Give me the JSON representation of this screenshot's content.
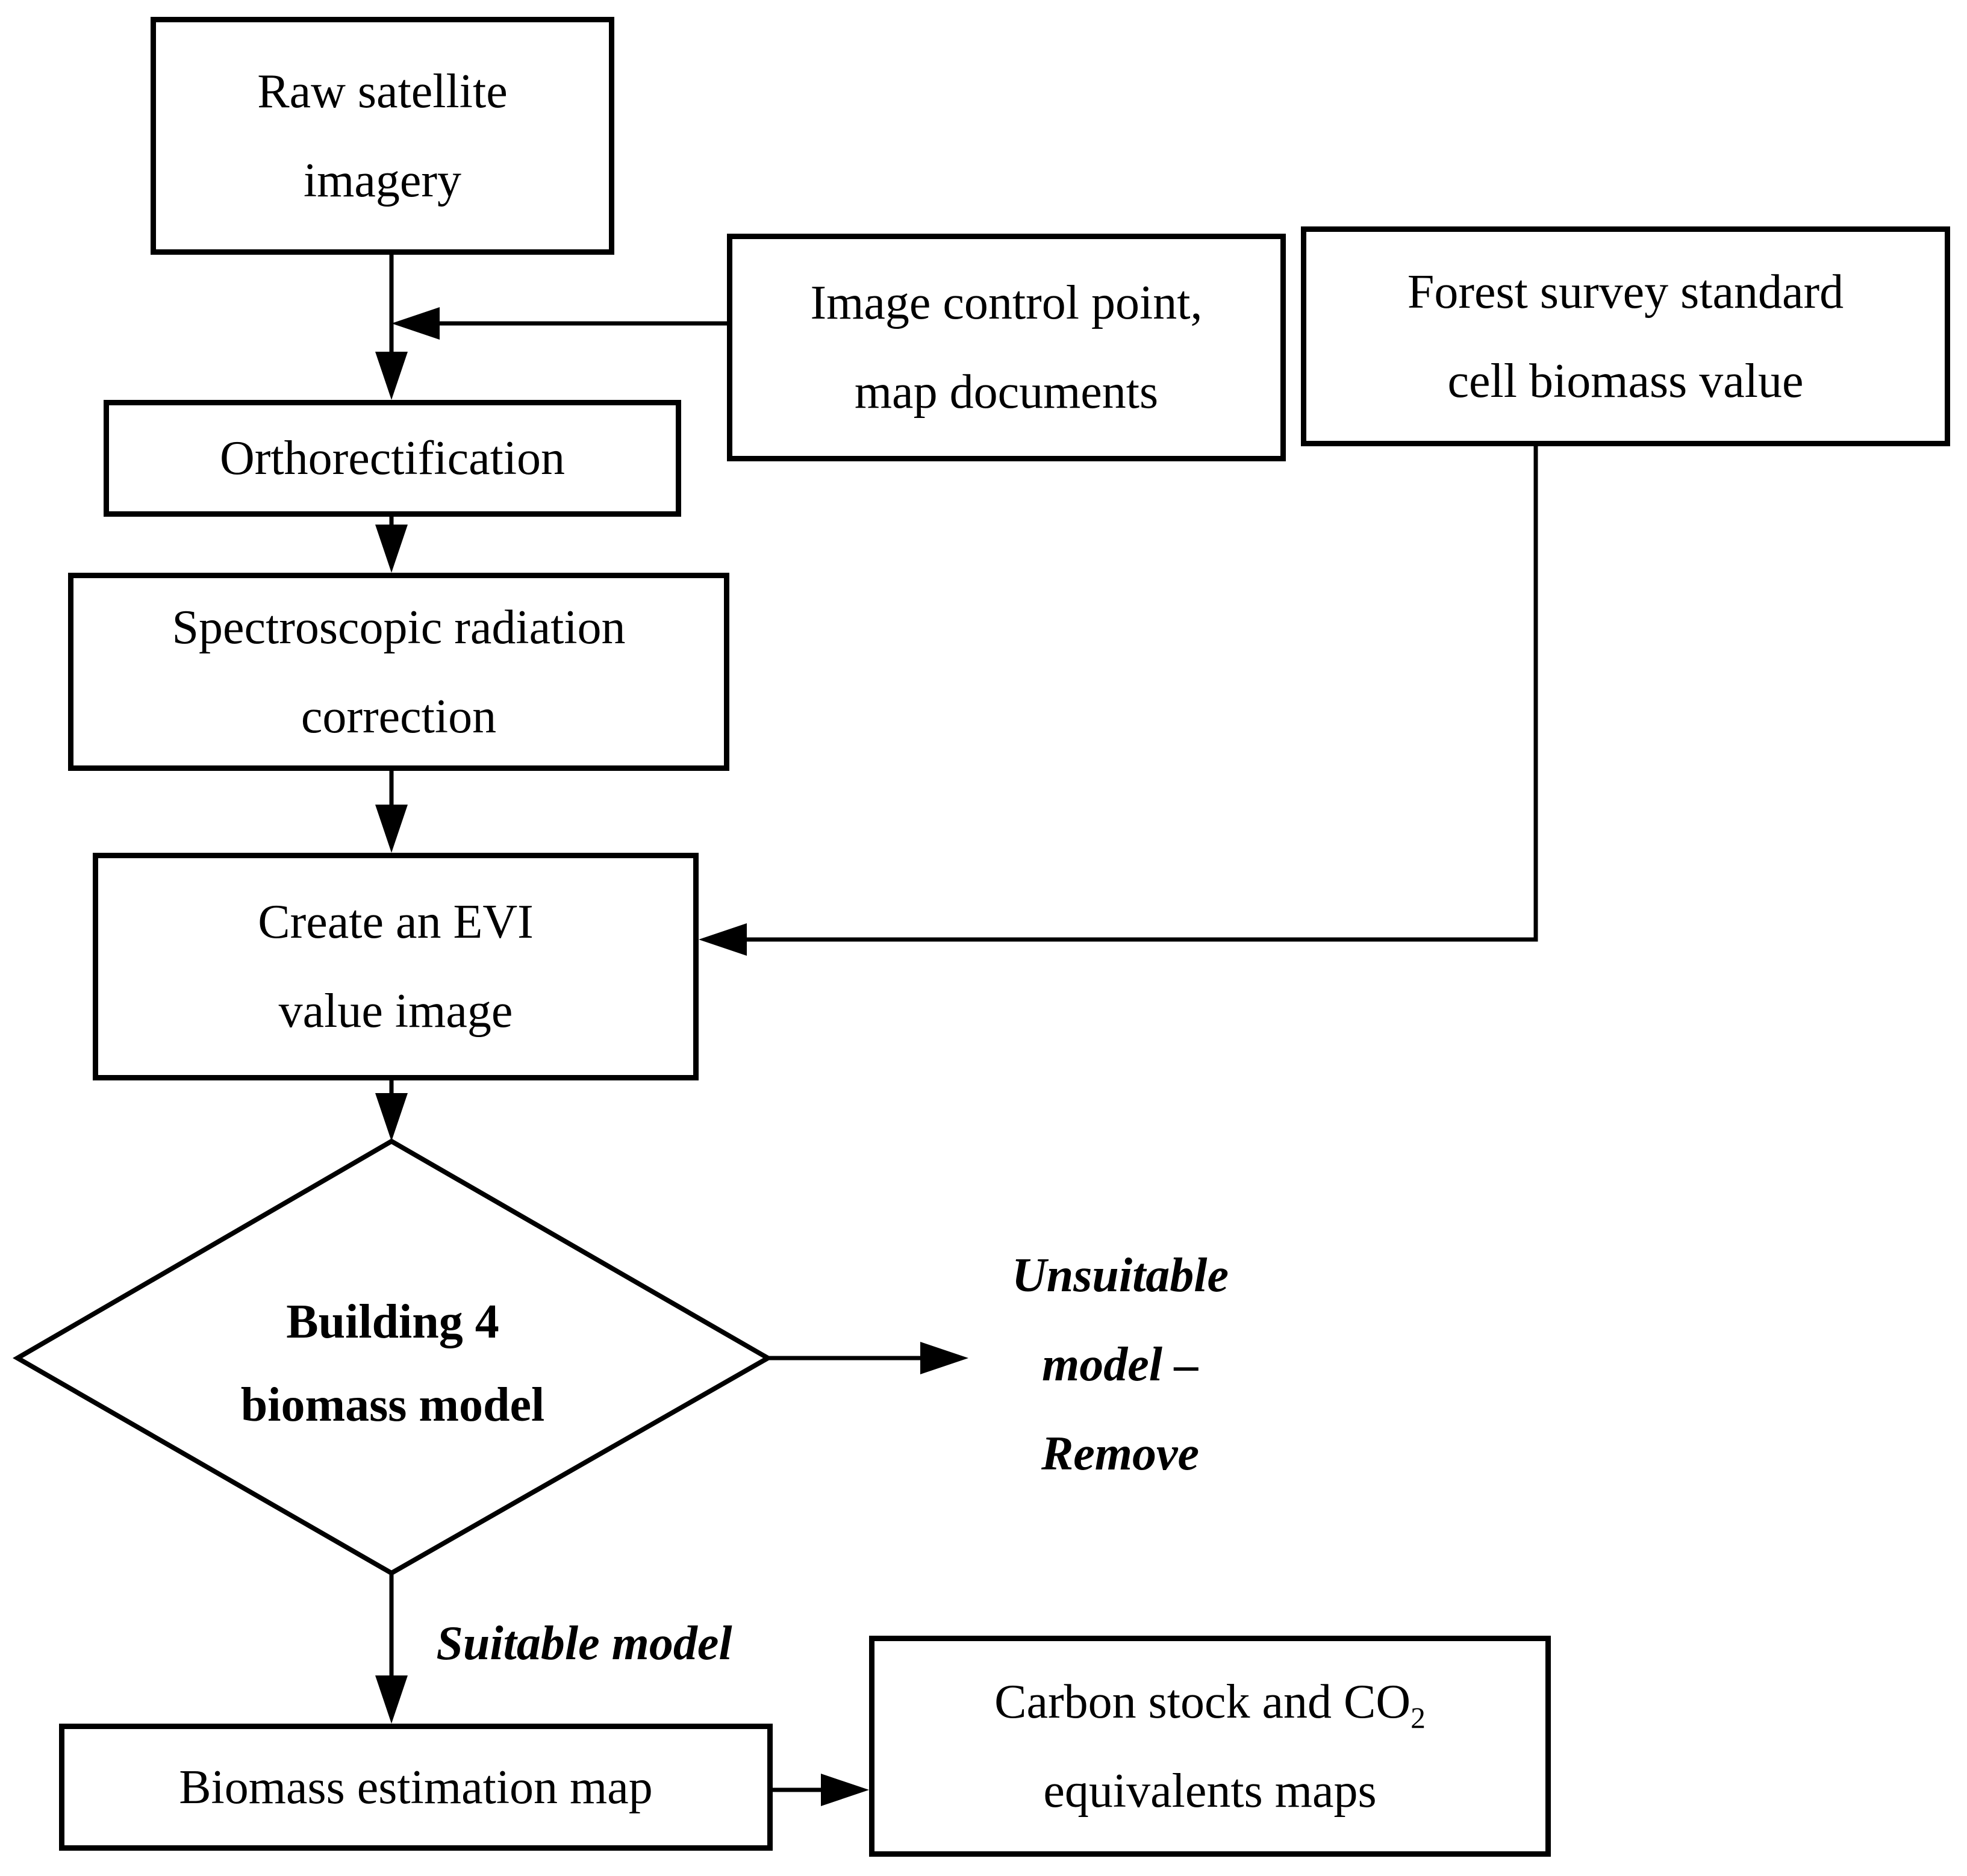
{
  "diagram": {
    "title_hint": "Biomass estimation flowchart",
    "colors": {
      "background": "#ffffff",
      "line": "#000000",
      "text": "#000000"
    },
    "nodes": {
      "raw_satellite": {
        "line1": "Raw satellite",
        "line2": "imagery"
      },
      "image_control": {
        "line1": "Image control point,",
        "line2": "map documents"
      },
      "forest_survey": {
        "line1": "Forest survey standard",
        "line2": "cell biomass value"
      },
      "orthorectification": {
        "line1": "Orthorectification"
      },
      "spectroscopic": {
        "line1": "Spectroscopic radiation",
        "line2": "correction"
      },
      "evi": {
        "line1": "Create an EVI",
        "line2": "value image"
      },
      "decision": {
        "line1": "Building 4",
        "line2": "biomass model"
      },
      "biomass_map": {
        "line1": "Biomass estimation map"
      },
      "carbon": {
        "line1_prefix": "Carbon stock and CO",
        "line1_subscript": "2",
        "line2": "equivalents maps"
      }
    },
    "edge_labels": {
      "unsuitable": {
        "line1": "Unsuitable",
        "line2": "model –",
        "line3": "Remove"
      },
      "suitable": {
        "label": "Suitable model"
      }
    }
  }
}
